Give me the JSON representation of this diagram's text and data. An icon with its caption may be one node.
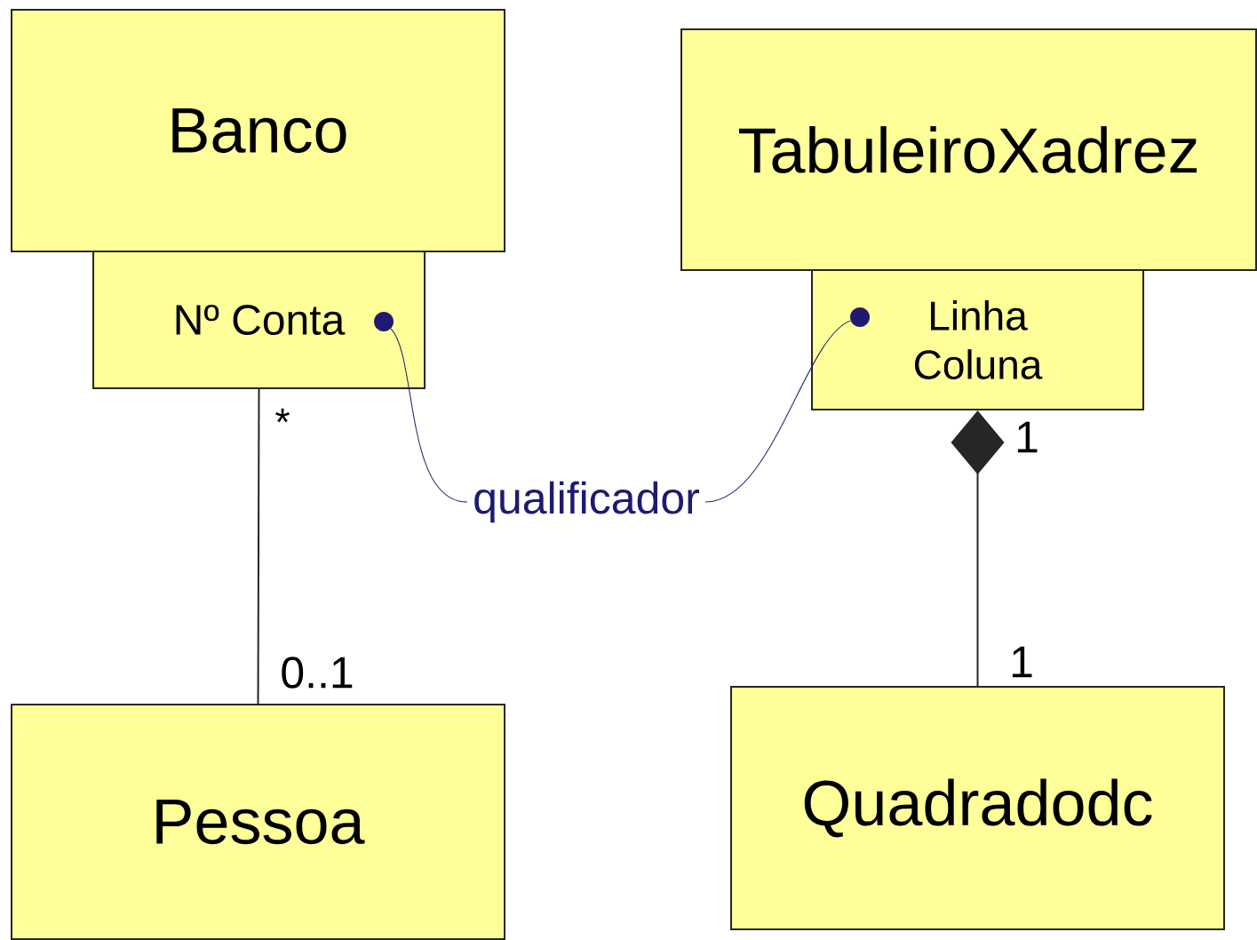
{
  "diagram": {
    "nodes": [
      {
        "text": [
          "Banco"
        ]
      },
      {
        "text": [
          "Nº Conta"
        ]
      },
      {
        "text": [],
        "shape": "circle",
        "in": 1
      },
      {
        "text": [
          "TabuleiroXadrez"
        ]
      },
      {
        "text": [
          "Linha",
          "Coluna"
        ]
      },
      {
        "text": [],
        "shape": "circle",
        "in": 4
      },
      {
        "text": [
          "qualificador"
        ]
      },
      {
        "text": [
          "Pessoa"
        ]
      },
      {
        "text": [
          "Quadradodc"
        ]
      }
    ],
    "edges": [
      {
        "from": 1,
        "to": 7,
        "arrow": "none"
      },
      {
        "from": 4,
        "to": 8,
        "arrow": "other"
      },
      {
        "from": 6,
        "to": 2,
        "arrow": "none",
        "color": "#1f1a70"
      },
      {
        "from": 6,
        "to": 5,
        "arrow": "none",
        "color": "#1f1a70"
      }
    ],
    "labels": [
      "*",
      "0..1",
      "1",
      "1"
    ]
  }
}
